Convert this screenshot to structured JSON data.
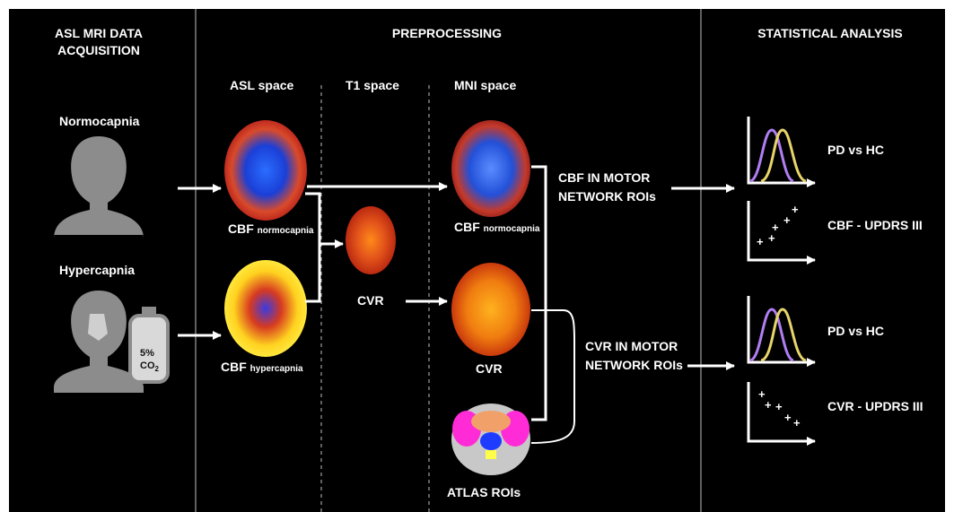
{
  "colors": {
    "background": "#000000",
    "text": "#ffffff",
    "divider": "#bfbfbf",
    "silhouette": "#8c8c8c",
    "pd_curve": "#b07ef2",
    "hc_curve": "#e8d46a",
    "atlas_pink": "#ff2bd6",
    "atlas_blue": "#1e3cff",
    "atlas_yellow": "#ffff4a"
  },
  "sections": {
    "acquisition": [
      "ASL MRI DATA",
      "ACQUISITION"
    ],
    "preprocessing": "PREPROCESSING",
    "statistical": "STATISTICAL ANALYSIS"
  },
  "spaces": {
    "asl": "ASL space",
    "t1": "T1 space",
    "mni": "MNI space"
  },
  "conditions": {
    "normocapnia": "Normocapnia",
    "hypercapnia": "Hypercapnia",
    "tank_percent": "5%",
    "tank_gas": "CO",
    "tank_gas_sub": "2"
  },
  "images": {
    "cbf_prefix": "CBF",
    "normo_sub": "normocapnia",
    "hyper_sub": "hypercapnia",
    "cvr": "CVR",
    "mni_cvr": "CVR",
    "atlas": "ATLAS ROIs"
  },
  "outcomes": {
    "cbf_roi": [
      "CBF IN MOTOR",
      "NETWORK ROIs"
    ],
    "cvr_roi": [
      "CVR IN MOTOR",
      "NETWORK ROIs"
    ]
  },
  "stats": {
    "pd_vs_hc_1": "PD vs HC",
    "cbf_updrs": "CBF - UPDRS III",
    "pd_vs_hc_2": "PD vs HC",
    "cvr_updrs": "CVR - UPDRS III"
  },
  "icons": [
    "person-silhouette-icon",
    "person-with-mask-icon",
    "gas-tank-icon",
    "brain-scan-icon",
    "distribution-plot-icon",
    "scatter-plot-icon",
    "arrow-icon"
  ]
}
